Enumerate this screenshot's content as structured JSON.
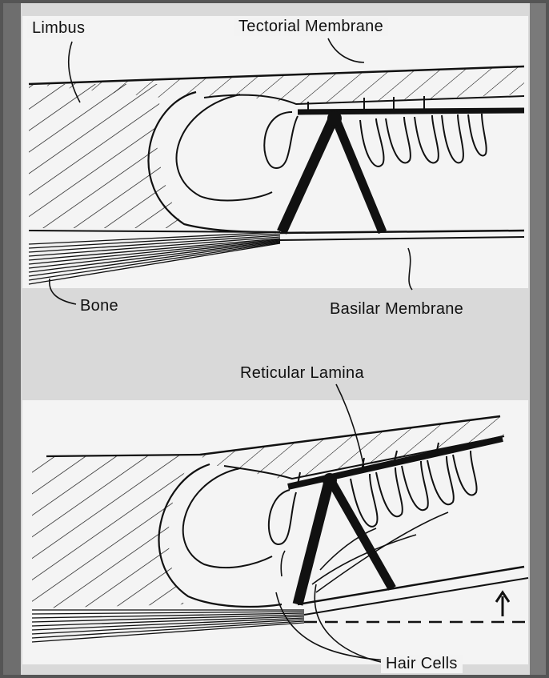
{
  "figure": {
    "labels": {
      "limbus": "Limbus",
      "tectorial_membrane": "Tectorial Membrane",
      "bone": "Bone",
      "basilar_membrane": "Basilar Membrane",
      "reticular_lamina": "Reticular Lamina",
      "hair_cells": "Hair Cells"
    },
    "panels": [
      "resting",
      "displaced"
    ],
    "colors": {
      "frame": "#555555",
      "ink": "#111111",
      "panel_bg": "#f4f4f4",
      "halftone": "#d9d9d9"
    }
  }
}
